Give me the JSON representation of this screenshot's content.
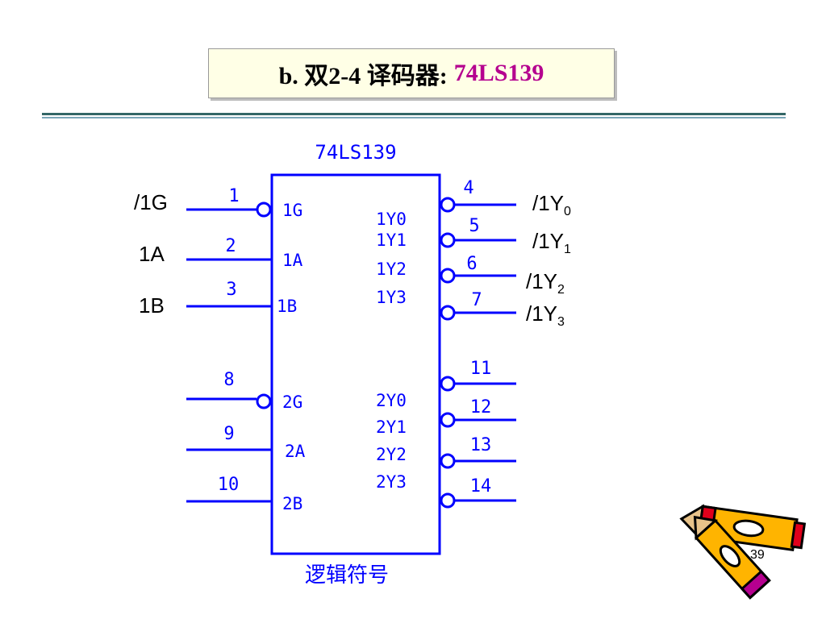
{
  "slide": {
    "title_prefix": "b. 双2-4 译码器:",
    "title_chip": "74LS139",
    "page_number": "39"
  },
  "diagram": {
    "chip_name": "74LS139",
    "caption": "逻辑符号",
    "inputs": [
      {
        "pin": "1",
        "label": "1G",
        "signal": "/1G",
        "inverted": true
      },
      {
        "pin": "2",
        "label": "1A",
        "signal": "1A",
        "inverted": false
      },
      {
        "pin": "3",
        "label": "1B",
        "signal": "1B",
        "inverted": false
      },
      {
        "pin": "8",
        "label": "2G",
        "signal": "",
        "inverted": true
      },
      {
        "pin": "9",
        "label": "2A",
        "signal": "",
        "inverted": false
      },
      {
        "pin": "10",
        "label": "2B",
        "signal": "",
        "inverted": false
      }
    ],
    "outputs": [
      {
        "pin": "4",
        "label": "1Y0",
        "signal_base": "/1Y",
        "signal_sub": "0"
      },
      {
        "pin": "5",
        "label": "1Y1",
        "signal_base": "/1Y",
        "signal_sub": "1"
      },
      {
        "pin": "6",
        "label": "1Y2",
        "signal_base": "/1Y",
        "signal_sub": "2"
      },
      {
        "pin": "7",
        "label": "1Y3",
        "signal_base": "/1Y",
        "signal_sub": "3"
      },
      {
        "pin": "11",
        "label": "2Y0",
        "signal_base": "",
        "signal_sub": ""
      },
      {
        "pin": "12",
        "label": "2Y1",
        "signal_base": "",
        "signal_sub": ""
      },
      {
        "pin": "13",
        "label": "2Y2",
        "signal_base": "",
        "signal_sub": ""
      },
      {
        "pin": "14",
        "label": "2Y3",
        "signal_base": "",
        "signal_sub": ""
      }
    ],
    "colors": {
      "schematic": "#0000ff",
      "title_accent": "#b5008f",
      "rule": "#336666"
    }
  }
}
